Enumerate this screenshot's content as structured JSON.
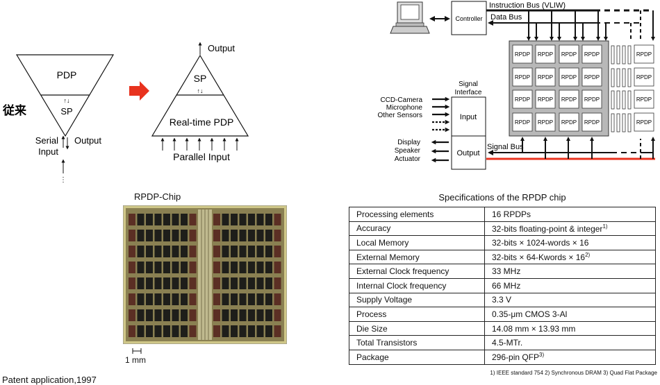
{
  "left_diagram": {
    "japanese_label": "従来",
    "pdp": "PDP",
    "sp": "SP",
    "serial": "Serial",
    "input": "Input",
    "output": "Output",
    "ellipsis": "⋮"
  },
  "right_diagram": {
    "output": "Output",
    "sp": "SP",
    "realtime_pdp": "Real-time PDP",
    "parallel_input": "Parallel Input"
  },
  "arrow_color": "#e8321e",
  "system": {
    "instruction_bus": "Instruction Bus (VLIW)",
    "data_bus": "Data Bus",
    "controller": "Controller",
    "signal_interface_line1": "Signal",
    "signal_interface_line2": "Interface",
    "input_box": "Input",
    "output_box": "Output",
    "signal_bus": "Signal Bus",
    "sensors": [
      "CCD-Camera",
      "Microphone",
      "Other Sensors"
    ],
    "actuators": [
      "Display",
      "Speaker",
      "Actuator"
    ],
    "rpdp_label": "RPDP",
    "signal_bus_color": "#e8321e"
  },
  "chip": {
    "title": "RPDP-Chip",
    "scale": "1 mm"
  },
  "spec": {
    "title": "Specifications of the RPDP chip",
    "rows": [
      {
        "k": "Processing elements",
        "v": "16 RPDPs",
        "sup": ""
      },
      {
        "k": "Accuracy",
        "v": "32-bits floating-point & integer",
        "sup": "1)"
      },
      {
        "k": "Local Memory",
        "v": "32-bits × 1024-words × 16",
        "sup": ""
      },
      {
        "k": "External Memory",
        "v": "32-bits × 64-Kwords × 16",
        "sup": "2)"
      },
      {
        "k": "External Clock frequency",
        "v": "33 MHz",
        "sup": ""
      },
      {
        "k": "Internal Clock frequency",
        "v": "66 MHz",
        "sup": ""
      },
      {
        "k": "Supply Voltage",
        "v": "3.3 V",
        "sup": ""
      },
      {
        "k": "Process",
        "v": "0.35-μm CMOS 3-Al",
        "sup": ""
      },
      {
        "k": "Die Size",
        "v": "14.08 mm × 13.93 mm",
        "sup": ""
      },
      {
        "k": "Total Transistors",
        "v": "4.5-MTr.",
        "sup": ""
      },
      {
        "k": "Package",
        "v": "296-pin QFP",
        "sup": "3)"
      }
    ],
    "footnotes": "1) IEEE standard 754   2) Synchronous DRAM   3) Quad Flat Package"
  },
  "patent": "Patent application,1997"
}
